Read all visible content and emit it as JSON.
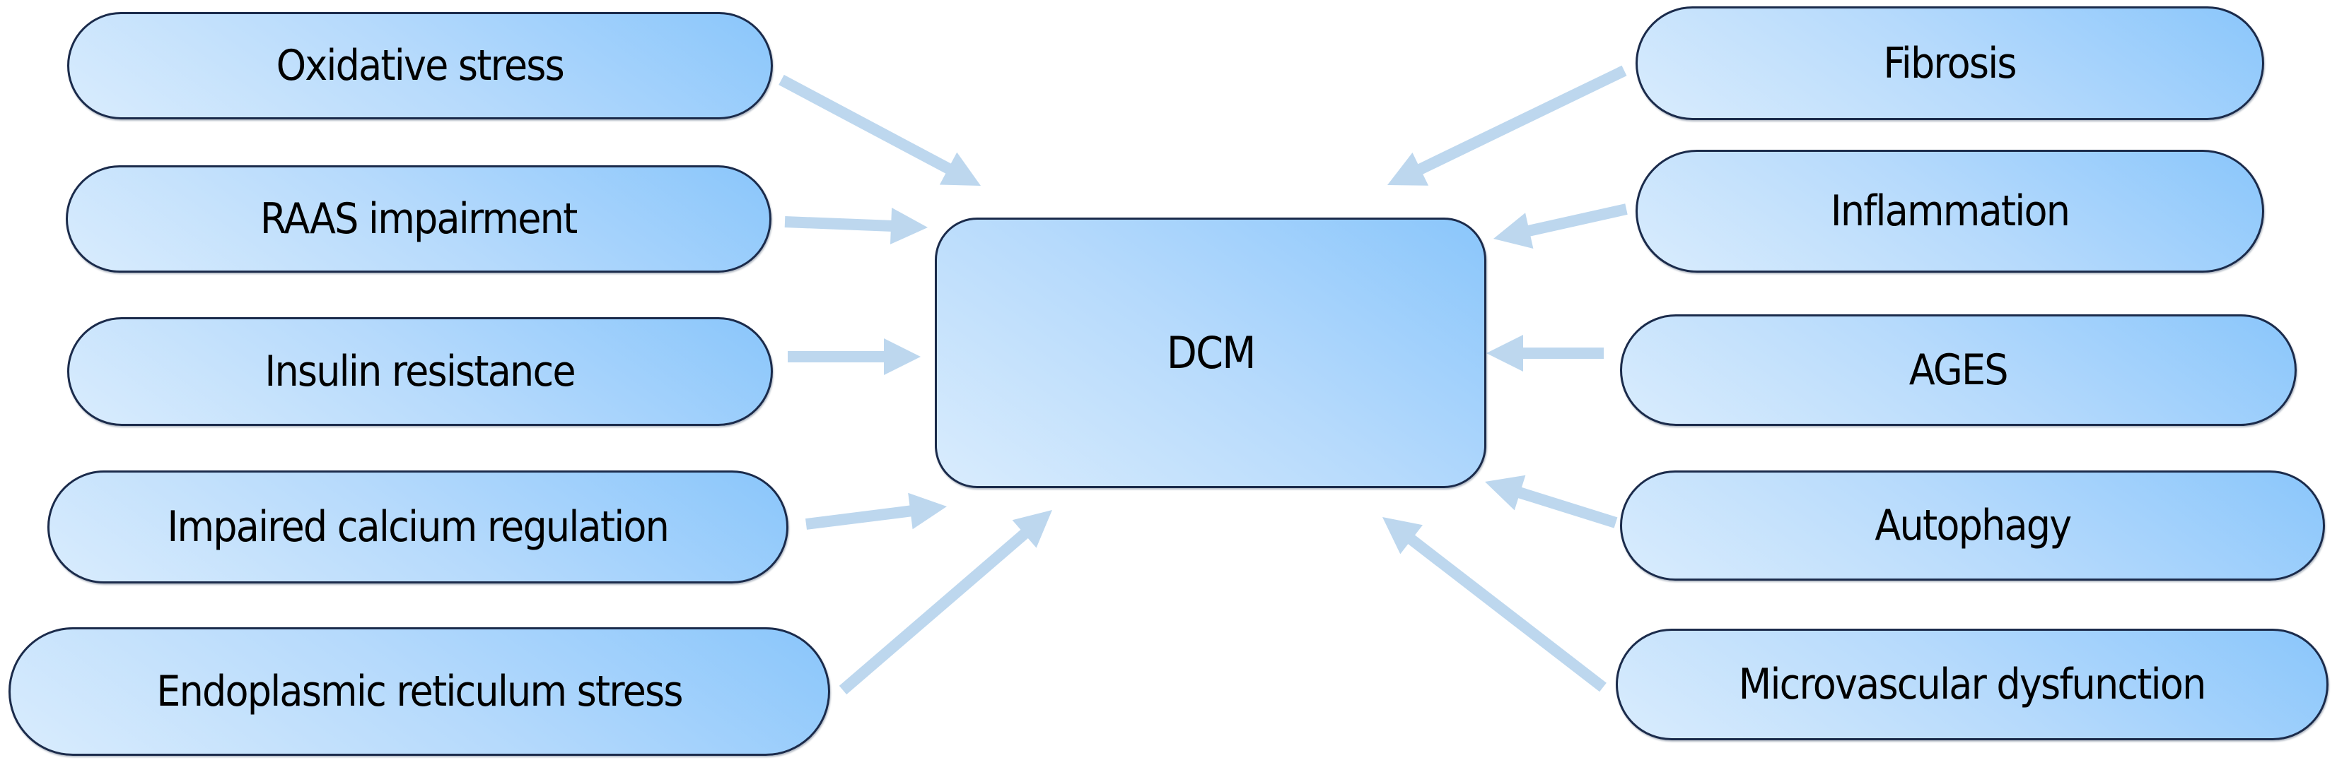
{
  "diagram": {
    "center": {
      "label": "DCM"
    },
    "left_factors": [
      {
        "label": "Oxidative stress"
      },
      {
        "label": "RAAS impairment"
      },
      {
        "label": "Insulin resistance"
      },
      {
        "label": "Impaired calcium regulation"
      },
      {
        "label": "Endoplasmic reticulum stress"
      }
    ],
    "right_factors": [
      {
        "label": "Fibrosis"
      },
      {
        "label": "Inflammation"
      },
      {
        "label": "AGES"
      },
      {
        "label": "Autophagy"
      },
      {
        "label": "Microvascular dysfunction"
      }
    ],
    "edges": [
      {
        "from": "Oxidative stress",
        "to": "DCM"
      },
      {
        "from": "RAAS impairment",
        "to": "DCM"
      },
      {
        "from": "Insulin resistance",
        "to": "DCM"
      },
      {
        "from": "Impaired calcium regulation",
        "to": "DCM"
      },
      {
        "from": "Endoplasmic reticulum stress",
        "to": "DCM"
      },
      {
        "from": "Fibrosis",
        "to": "DCM"
      },
      {
        "from": "Inflammation",
        "to": "DCM"
      },
      {
        "from": "AGES",
        "to": "DCM"
      },
      {
        "from": "Autophagy",
        "to": "DCM"
      },
      {
        "from": "Microvascular dysfunction",
        "to": "DCM"
      }
    ],
    "colors": {
      "arrow": "#bdd7ee",
      "node_border": "#1b2b4b",
      "node_fill_light": "#d9ecfd",
      "node_fill_dark": "#8ac6fb"
    }
  }
}
